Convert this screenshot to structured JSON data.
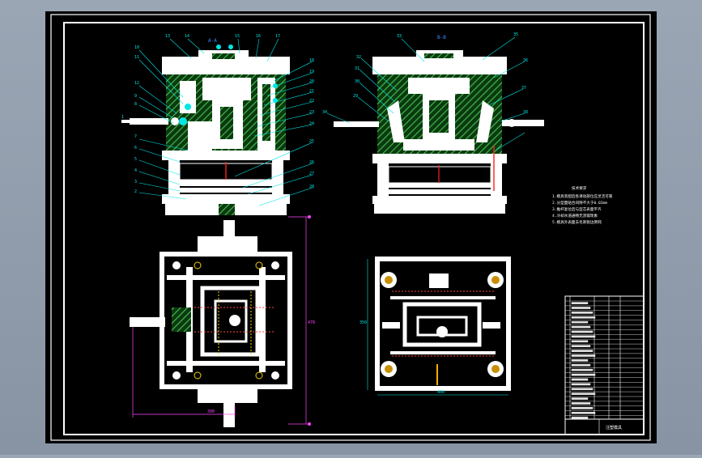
{
  "drawing": {
    "tech_title": "技术要求",
    "tech_lines": [
      "1.模具装配后各滑动部位应灵活可靠",
      "2.分型面贴合间隙不大于0.02mm",
      "3.推杆复位后与型芯表面平齐",
      "4.冷却水道通畅无渗漏现象",
      "5.模具外表面去毛刺锐边倒钝"
    ],
    "view_label_left": "A-A",
    "view_label_right": "B-B",
    "part_numbers_left": [
      "10",
      "11",
      "12",
      "9",
      "8",
      "7",
      "6",
      "5",
      "4",
      "3",
      "2",
      "1"
    ],
    "part_numbers_top_left": [
      "13",
      "14",
      "15",
      "16",
      "17"
    ],
    "part_numbers_right_of_left": [
      "18",
      "19",
      "20",
      "21",
      "22",
      "23",
      "24",
      "25",
      "26",
      "27",
      "28"
    ],
    "part_numbers_right_view": [
      "33",
      "35",
      "36",
      "37",
      "32",
      "31",
      "30",
      "29",
      "34",
      "38"
    ],
    "dims": {
      "left_plan_height": "478",
      "left_plan_width": "390",
      "right_plan_height": "350",
      "right_plan_width": "400"
    },
    "title_block_caption": "注塑模具"
  },
  "colors": {
    "background": "#000000",
    "frame": "#ffffff",
    "hatch": "#3fb848",
    "dims": "#ff44ff",
    "leaders": "#00e6e6",
    "accent_red": "#ff2020"
  }
}
